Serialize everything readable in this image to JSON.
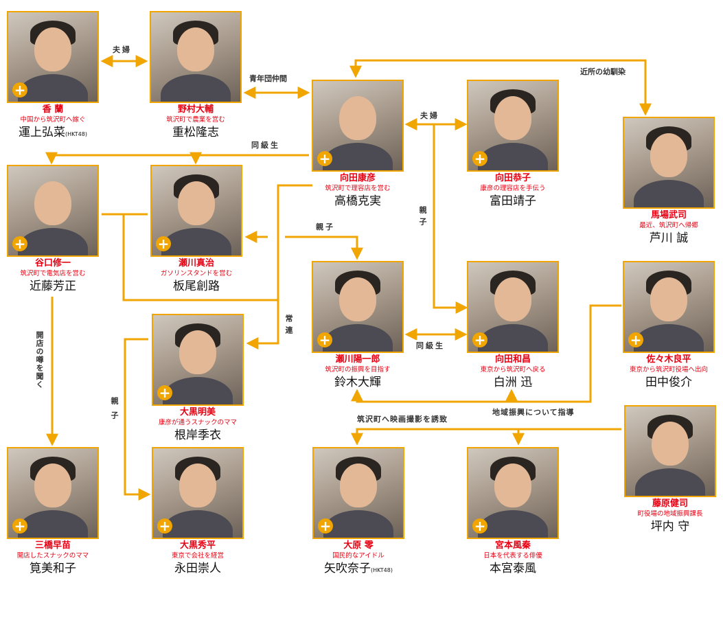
{
  "people": [
    {
      "id": "kohran",
      "role": "香 蘭",
      "desc": "中国から筑沢町へ嫁ぐ",
      "actor": "運上弘菜",
      "suffix": "(HKT48)"
    },
    {
      "id": "nomura",
      "role": "野村大輔",
      "desc": "筑沢町で農業を営む",
      "actor": "重松隆志",
      "suffix": ""
    },
    {
      "id": "mukaida_yasuhiko",
      "role": "向田康彦",
      "desc": "筑沢町で理容店を営む",
      "actor": "高橋克実",
      "suffix": ""
    },
    {
      "id": "mukaida_kyoko",
      "role": "向田恭子",
      "desc": "康彦の理容店を手伝う",
      "actor": "富田靖子",
      "suffix": ""
    },
    {
      "id": "baba",
      "role": "馬場武司",
      "desc": "最近、筑沢町へ帰郷",
      "actor": "芦川 誠",
      "suffix": ""
    },
    {
      "id": "taniguchi",
      "role": "谷口修一",
      "desc": "筑沢町で電気店を営む",
      "actor": "近藤芳正",
      "suffix": ""
    },
    {
      "id": "segawa_shinji",
      "role": "瀬川真治",
      "desc": "ガソリンスタンドを営む",
      "actor": "板尾創路",
      "suffix": ""
    },
    {
      "id": "segawa_yoichiro",
      "role": "瀬川陽一郎",
      "desc": "筑沢町の振興を目指す",
      "actor": "鈴木大輝",
      "suffix": ""
    },
    {
      "id": "mukaida_kazumasa",
      "role": "向田和昌",
      "desc": "東京から筑沢町へ戻る",
      "actor": "白洲 迅",
      "suffix": ""
    },
    {
      "id": "sasaki",
      "role": "佐々木良平",
      "desc": "東京から筑沢町役場へ出向",
      "actor": "田中俊介",
      "suffix": ""
    },
    {
      "id": "oguro_akemi",
      "role": "大黒明美",
      "desc": "康彦が通うスナックのママ",
      "actor": "根岸季衣",
      "suffix": ""
    },
    {
      "id": "mitsuhashi",
      "role": "三橋早苗",
      "desc": "開店したスナックのママ",
      "actor": "筧美和子",
      "suffix": ""
    },
    {
      "id": "oguro_shuhei",
      "role": "大黒秀平",
      "desc": "東京で会社を経営",
      "actor": "永田崇人",
      "suffix": ""
    },
    {
      "id": "ohara",
      "role": "大原 零",
      "desc": "国民的なアイドル",
      "actor": "矢吹奈子",
      "suffix": "(HKT48)"
    },
    {
      "id": "miyamoto",
      "role": "宮本風秦",
      "desc": "日本を代表する俳優",
      "actor": "本宮泰風",
      "suffix": ""
    },
    {
      "id": "fujiwara",
      "role": "藤原健司",
      "desc": "町役場の地域振興課長",
      "actor": "坪内 守",
      "suffix": ""
    }
  ],
  "relations": {
    "r1": "夫婦",
    "r2": "青年団仲間",
    "r3": "近所の幼馴染",
    "r4": "夫婦",
    "r5": "同級生",
    "r6": "親子",
    "r7": "親子",
    "r8": "常連",
    "r9": "同級生",
    "r10": "開店の噂を聞く",
    "r11": "親子",
    "r12": "地域振興について指導",
    "r13": "筑沢町へ映画撮影を誘致"
  },
  "colors": {
    "line": "#f0a500",
    "role": "#e60012",
    "frame": "#f0a500"
  },
  "icon_names": {
    "plus": "plus-icon"
  },
  "plus_symbol": "+"
}
